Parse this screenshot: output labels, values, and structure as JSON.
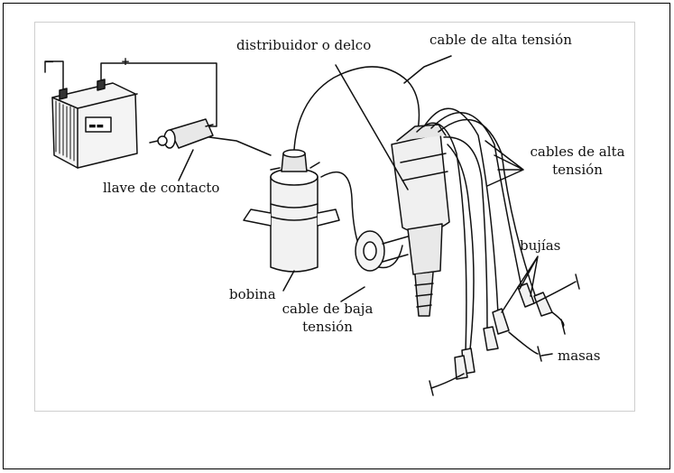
{
  "diagram": {
    "labels": {
      "battery_neg": "−",
      "battery_pos": "+",
      "distribuidor": "distribuidor o delco",
      "cable_alta_top": "cable de alta tensión",
      "cables_alta_line1": "cables de alta",
      "cables_alta_line2": "tensión",
      "llave": "llave de contacto",
      "bobina": "bobina",
      "bujias": "bujías",
      "cable_baja_line1": "cable de baja",
      "cable_baja_line2": "tensión",
      "masas": "masas"
    }
  }
}
